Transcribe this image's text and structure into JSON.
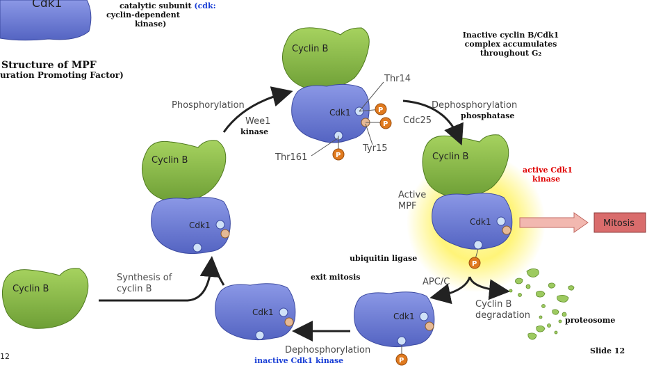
{
  "top_left": {
    "cdk1_label": "Cdk1",
    "catalytic_line1": "catalytic subunit",
    "catalytic_cdk": "(cdk:",
    "catalytic_line2": "cyclin-dependent",
    "catalytic_line3": "kinase)",
    "structure_title": "Structure of MPF",
    "structure_subtitle": "uration Promoting Factor)"
  },
  "notes": {
    "inactive_accumulates_1": "Inactive cyclin B/Cdk1",
    "inactive_accumulates_2": "complex accumulates",
    "inactive_accumulates_3": "throughout G₂",
    "active_kinase_1": "active Cdk1",
    "active_kinase_2": "kinase",
    "ubiquitin_ligase": "ubiquitin   ligase",
    "exit_mitosis": "exit   mitosis",
    "proteosome": "proteosome",
    "inactive_kinase": "inactive Cdk1 kinase",
    "slide": "Slide 12",
    "page_fragment": "12"
  },
  "labels": {
    "cyclin_b": "Cyclin B",
    "cdk1": "Cdk1",
    "phosphate": "P",
    "phosphorylation": "Phosphorylation",
    "wee1": "Wee1",
    "wee1_kinase": "kinase",
    "thr14": "Thr14",
    "thr161": "Thr161",
    "tyr15": "Tyr15",
    "dephosphorylation_top": "Dephosphorylation",
    "phosphatase": "phosphatase",
    "cdc25": "Cdc25",
    "active_mpf_1": "Active",
    "active_mpf_2": "MPF",
    "mitosis": "Mitosis",
    "apc_c": "APC/C",
    "cyclin_b_degradation_1": "Cyclin B",
    "cyclin_b_degradation_2": "degradation",
    "dephosphorylation_bottom": "Dephosphorylation",
    "synthesis_1": "Synthesis of",
    "synthesis_2": "cyclin B"
  },
  "colors": {
    "cyclin_green": "#8dbf4a",
    "cdk_blue": "#6f7ed6",
    "phosphate_orange": "#e07a1f",
    "mitosis_red": "#d96c6c",
    "active_glow": "#fff36a"
  }
}
